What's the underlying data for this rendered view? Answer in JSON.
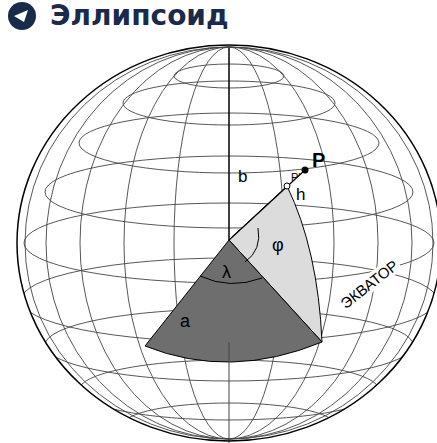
{
  "diagram": {
    "title": "Эллипсоид",
    "labels": [
      "b",
      "P",
      "P'",
      "h",
      "φ",
      "λ",
      "a",
      "ЭКВАТОР"
    ]
  }
}
